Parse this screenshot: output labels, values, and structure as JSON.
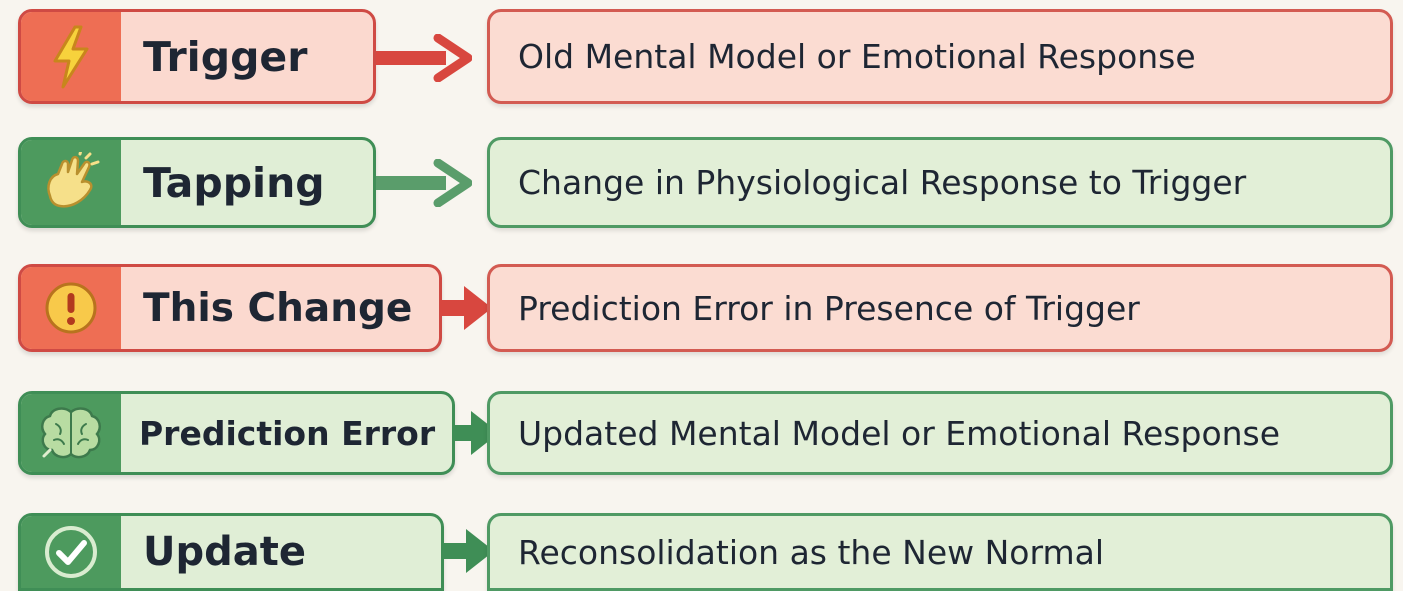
{
  "colors": {
    "red_accent": "#ee6e54",
    "red_border": "#cf4a44",
    "red_fill": "#fbd9cf",
    "green_accent": "#4d9a5e",
    "green_border": "#3f8e56",
    "green_fill": "#e0eed6"
  },
  "steps": [
    {
      "label": "Trigger",
      "icon": "lightning-bolt-icon",
      "theme": "red",
      "description": "Old Mental Model or Emotional Response"
    },
    {
      "label": "Tapping",
      "icon": "tapping-hand-icon",
      "theme": "green",
      "description": "Change in Physiological Response to Trigger"
    },
    {
      "label": "This Change",
      "icon": "exclamation-icon",
      "theme": "red",
      "description": "Prediction Error in Presence of Trigger"
    },
    {
      "label": "Prediction Error",
      "icon": "brain-icon",
      "theme": "green",
      "description": "Updated Mental Model or Emotional Response"
    },
    {
      "label": "Update",
      "icon": "checkmark-icon",
      "theme": "green",
      "description": "Reconsolidation as the New Normal"
    }
  ]
}
